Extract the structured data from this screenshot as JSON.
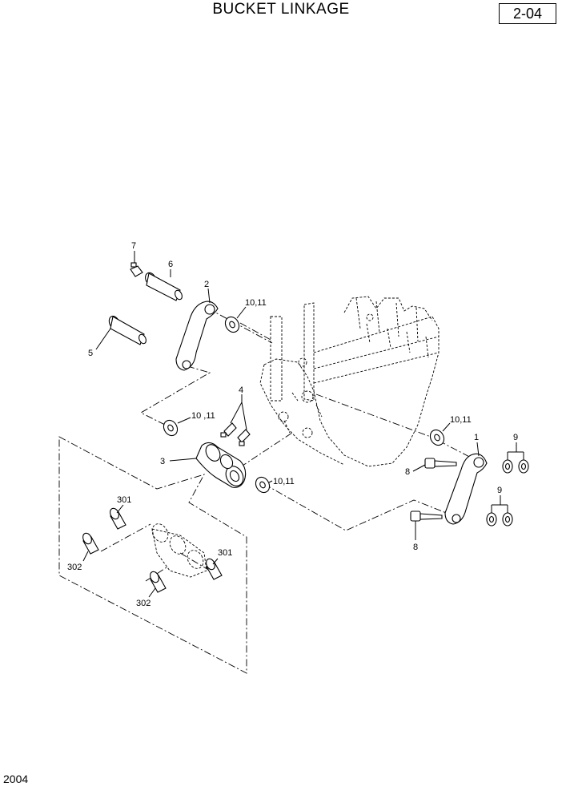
{
  "header": {
    "title": "BUCKET LINKAGE",
    "page_code": "2-04"
  },
  "footer": {
    "code": "2004"
  },
  "callouts": {
    "p1": "1",
    "p2": "2",
    "p3": "3",
    "p4": "4",
    "p5": "5",
    "p6": "6",
    "p7": "7",
    "p8a": "8",
    "p8b": "8",
    "p9a": "9",
    "p9b": "9",
    "p1011a": "10,11",
    "p1011b": "10 ,11",
    "p1011c": "10,11",
    "p1011d": "10,11",
    "p301a": "301",
    "p301b": "301",
    "p302a": "302",
    "p302b": "302"
  }
}
